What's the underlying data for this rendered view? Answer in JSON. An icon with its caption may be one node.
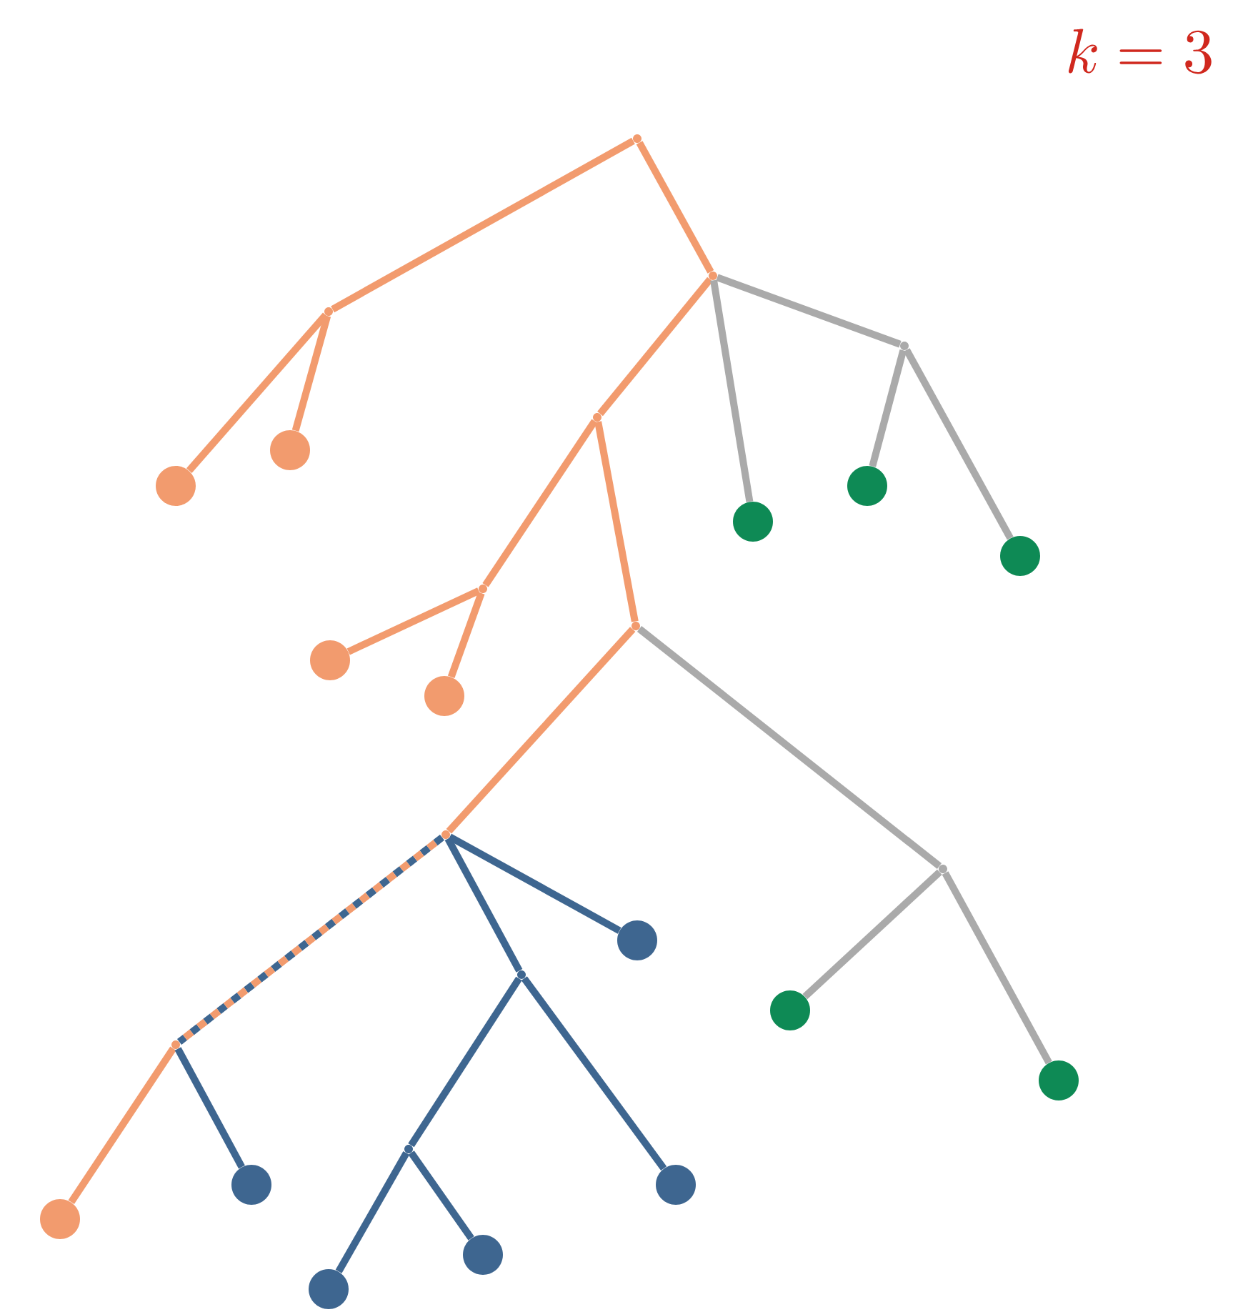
{
  "diagram": {
    "nodes": [
      {
        "text": [],
        "shape": "point"
      },
      {
        "text": [],
        "shape": "point"
      },
      {
        "text": [],
        "shape": "circle"
      },
      {
        "text": [],
        "shape": "circle"
      },
      {
        "text": [],
        "shape": "point"
      },
      {
        "text": [],
        "shape": "point"
      },
      {
        "text": [],
        "shape": "point"
      },
      {
        "text": [],
        "shape": "circle"
      },
      {
        "text": [],
        "shape": "circle"
      },
      {
        "text": [],
        "shape": "circle"
      },
      {
        "text": [],
        "shape": "point"
      },
      {
        "text": [],
        "shape": "circle"
      },
      {
        "text": [],
        "shape": "circle"
      },
      {
        "text": [],
        "shape": "point"
      },
      {
        "text": [],
        "shape": "point"
      },
      {
        "text": [],
        "shape": "point"
      },
      {
        "text": [],
        "shape": "circle"
      },
      {
        "text": [],
        "shape": "circle"
      },
      {
        "text": [],
        "shape": "point"
      },
      {
        "text": [],
        "shape": "circle"
      },
      {
        "text": [],
        "shape": "point"
      },
      {
        "text": [],
        "shape": "circle"
      },
      {
        "text": [],
        "shape": "circle"
      },
      {
        "text": [],
        "shape": "point"
      },
      {
        "text": [],
        "shape": "circle"
      },
      {
        "text": [],
        "shape": "circle"
      },
      {
        "text": [],
        "shape": "circle"
      }
    ],
    "edges": [
      {
        "from": 0,
        "to": 1,
        "arrow": "none"
      },
      {
        "from": 1,
        "to": 2,
        "arrow": "none"
      },
      {
        "from": 1,
        "to": 3,
        "arrow": "none"
      },
      {
        "from": 0,
        "to": 4,
        "arrow": "none"
      },
      {
        "from": 4,
        "to": 5,
        "arrow": "none"
      },
      {
        "from": 4,
        "to": 7,
        "arrow": "none",
        "color": "#aaaaaa"
      },
      {
        "from": 4,
        "to": 6,
        "arrow": "none",
        "color": "#aaaaaa"
      },
      {
        "from": 6,
        "to": 8,
        "arrow": "none",
        "color": "#aaaaaa"
      },
      {
        "from": 6,
        "to": 9,
        "arrow": "none",
        "color": "#aaaaaa"
      },
      {
        "from": 5,
        "to": 10,
        "arrow": "none"
      },
      {
        "from": 10,
        "to": 11,
        "arrow": "none"
      },
      {
        "from": 10,
        "to": 12,
        "arrow": "none"
      },
      {
        "from": 5,
        "to": 13,
        "arrow": "none"
      },
      {
        "from": 13,
        "to": 14,
        "arrow": "none"
      },
      {
        "from": 13,
        "to": 15,
        "arrow": "none",
        "color": "#aaaaaa"
      },
      {
        "from": 15,
        "to": 16,
        "arrow": "none",
        "color": "#aaaaaa"
      },
      {
        "from": 15,
        "to": 17,
        "arrow": "none",
        "color": "#aaaaaa"
      },
      {
        "from": 14,
        "to": 18,
        "arrow": "none",
        "style": "dashed",
        "color": "#3e6690"
      },
      {
        "from": 14,
        "to": 19,
        "arrow": "none",
        "color": "#3e6690"
      },
      {
        "from": 14,
        "to": 20,
        "arrow": "none",
        "color": "#3e6690"
      },
      {
        "from": 18,
        "to": 21,
        "arrow": "none"
      },
      {
        "from": 18,
        "to": 22,
        "arrow": "none",
        "color": "#3e6690"
      },
      {
        "from": 20,
        "to": 23,
        "arrow": "none",
        "color": "#3e6690"
      },
      {
        "from": 20,
        "to": 24,
        "arrow": "none",
        "color": "#3e6690"
      },
      {
        "from": 23,
        "to": 25,
        "arrow": "none",
        "color": "#3e6690"
      },
      {
        "from": 23,
        "to": 26,
        "arrow": "none",
        "color": "#3e6690"
      }
    ],
    "labels": [
      "k = 3"
    ]
  }
}
